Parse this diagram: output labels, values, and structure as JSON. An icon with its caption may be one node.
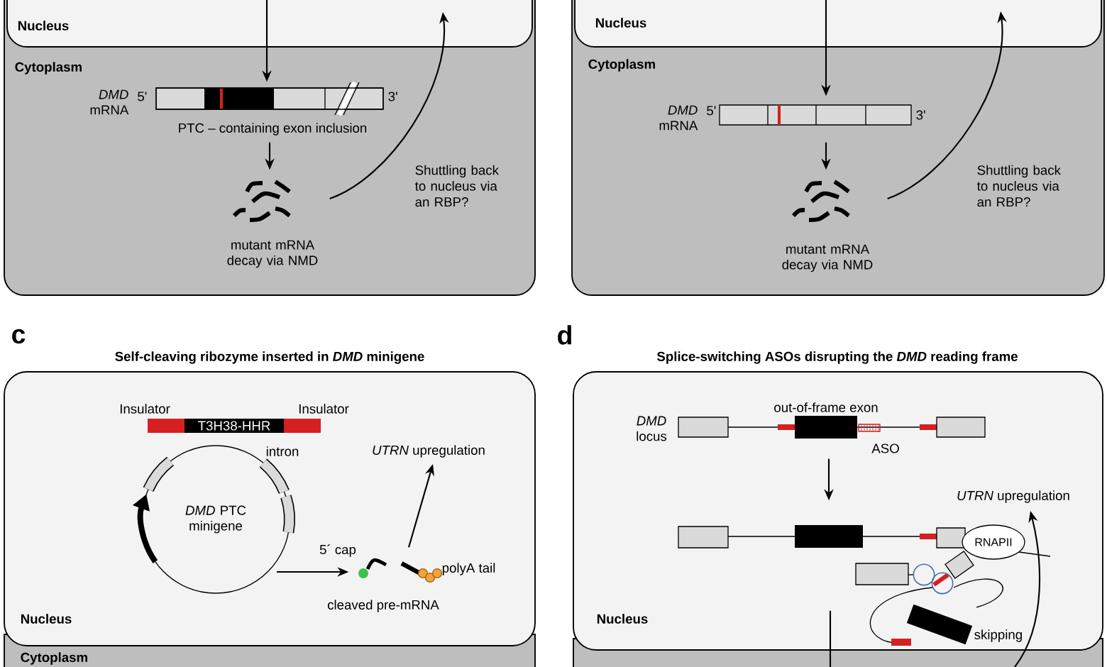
{
  "diagram": {
    "nodes": [
      {
        "text": [
          "Cytoplasm"
        ]
      },
      {
        "text": [
          "Nucleus"
        ],
        "in": 0
      },
      {
        "text": [],
        "shape": "bar",
        "in": 0,
        "beside": [
          "*DMD* mRNA",
          "5'",
          "3'",
          "PTC – containing exon inclusion"
        ]
      },
      {
        "text": [],
        "shape": "picture",
        "in": 0,
        "beside": [
          "mutant mRNA decay via NMD"
        ]
      },
      {
        "text": [
          "Cytoplasm"
        ]
      },
      {
        "text": [
          "Nucleus"
        ],
        "in": 4
      },
      {
        "text": [],
        "shape": "bar",
        "in": 4,
        "beside": [
          "*DMD* mRNA",
          "5'",
          "3'"
        ]
      },
      {
        "text": [],
        "shape": "picture",
        "in": 4,
        "beside": [
          "mutant mRNA decay via NMD"
        ]
      },
      {
        "text": [
          "Nucleus"
        ]
      },
      {
        "text": [
          "Cytoplasm"
        ]
      },
      {
        "text": [
          "T3H38-HHR"
        ],
        "in": 8,
        "beside": [
          "Insulator",
          "Insulator"
        ]
      },
      {
        "text": [
          "*DMD* PTC minigene"
        ],
        "in": 8
      },
      {
        "text": [],
        "shape": "picture",
        "in": 8,
        "beside": [
          "5´ cap",
          "polyA tail"
        ]
      },
      {
        "text": [
          "*UTRN* upregulation"
        ],
        "in": 8
      },
      {
        "text": [
          "Nucleus"
        ]
      },
      {
        "text": [],
        "shape": "box"
      },
      {
        "text": [],
        "shape": "picture",
        "in": 14,
        "beside": [
          "*DMD* locus",
          "out-of-frame exon",
          "ASO"
        ]
      },
      {
        "text": [],
        "shape": "picture",
        "in": 14
      },
      {
        "text": [
          "RNAPII"
        ],
        "in": 14
      },
      {
        "text": [
          "*UTRN* upregulation"
        ],
        "in": 14
      }
    ],
    "edges": [
      {
        "from": 1,
        "to": 2,
        "arrow": "to"
      },
      {
        "from": 2,
        "to": 3,
        "arrow": "to"
      },
      {
        "from": 3,
        "to": 1,
        "arrow": "to"
      },
      {
        "from": 5,
        "to": 6,
        "arrow": "to"
      },
      {
        "from": 6,
        "to": 7,
        "arrow": "to"
      },
      {
        "from": 7,
        "to": 5,
        "arrow": "to"
      },
      {
        "from": 11,
        "to": 12,
        "arrow": "to"
      },
      {
        "from": 12,
        "to": 13,
        "arrow": "to"
      },
      {
        "from": 16,
        "to": 17,
        "arrow": "to"
      },
      {
        "from": 17,
        "to": 15,
        "arrow": "none"
      },
      {
        "from": 15,
        "to": 19,
        "arrow": "to"
      }
    ],
    "labels": [
      "Shuttling back to nucleus via an RBP?",
      "Shuttling back to nucleus via an RBP?",
      "c",
      "Self-cleaving ribozyme inserted in *DMD* minigene",
      "intron",
      "cleaved pre-mRNA",
      "d",
      "Splice-switching ASOs disrupting the *DMD* reading frame",
      "skipping"
    ]
  }
}
